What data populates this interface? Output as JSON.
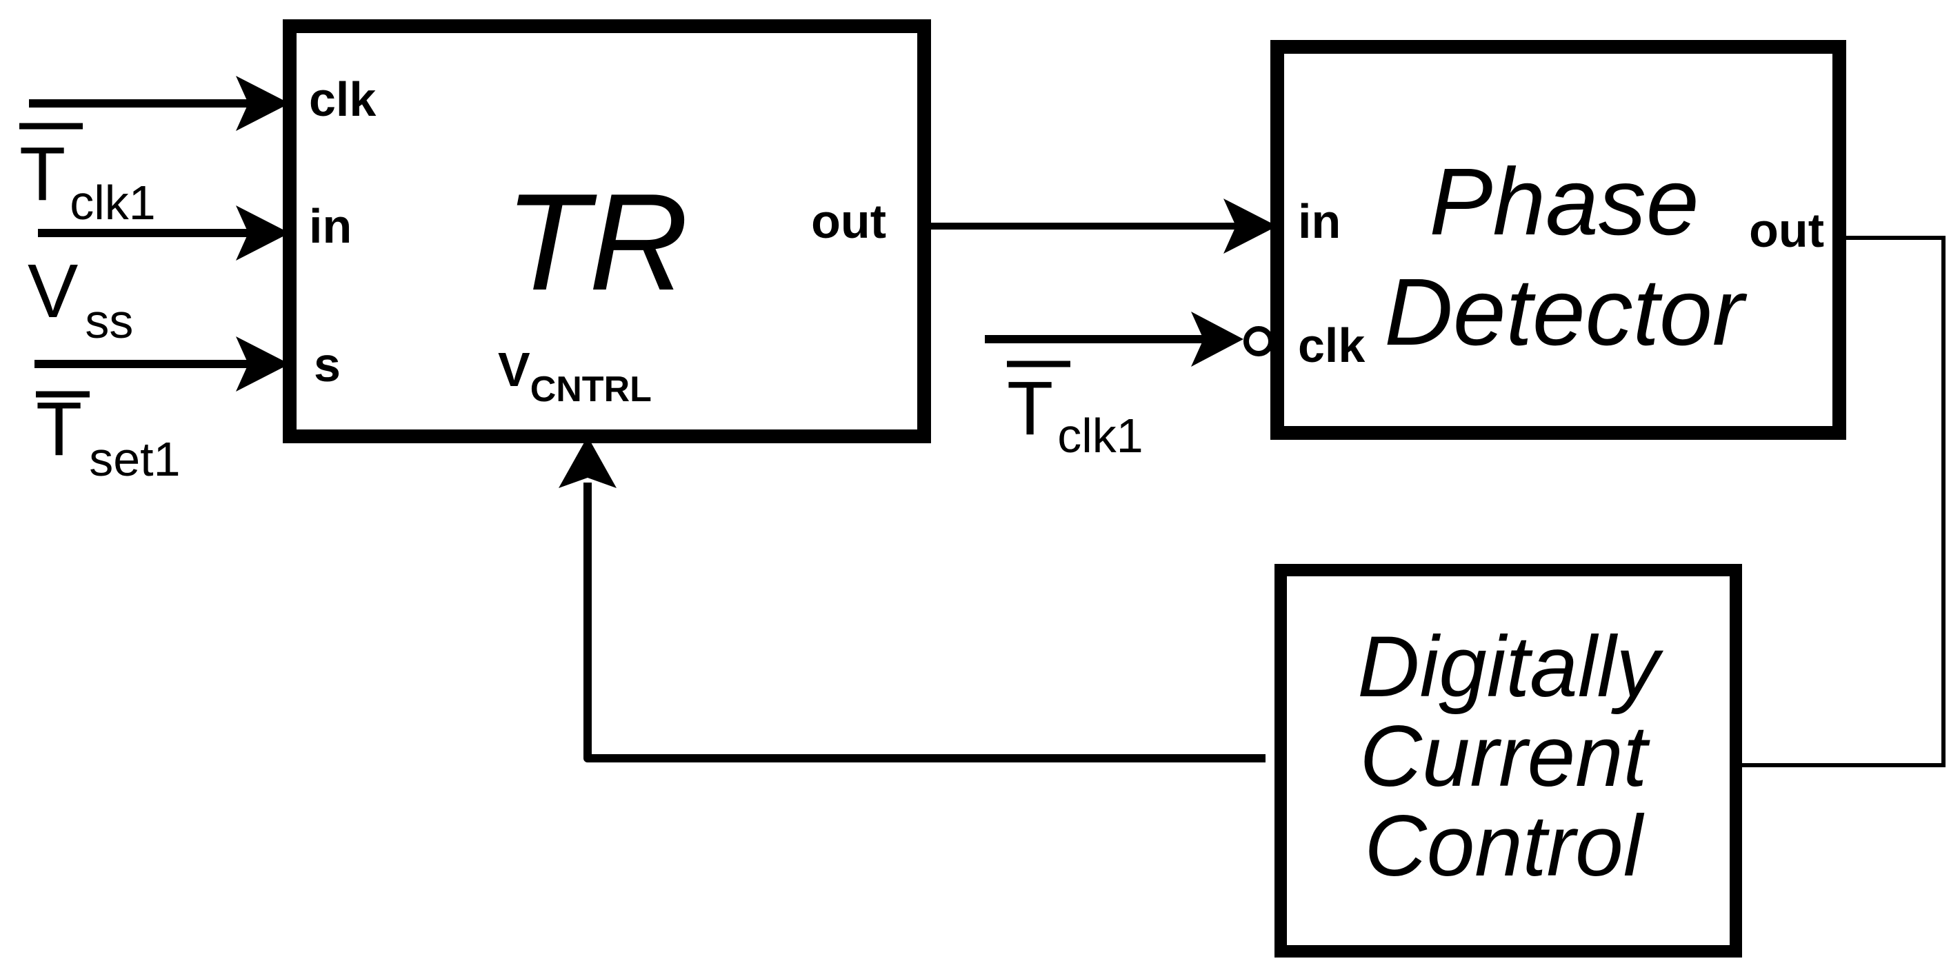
{
  "tr": {
    "title": "TR",
    "pins": {
      "clk": "clk",
      "in": "in",
      "s": "s",
      "out": "out",
      "vcntrl_main": "V",
      "vcntrl_sub": "CNTRL"
    }
  },
  "inputs": {
    "tclk1_main": "T",
    "tclk1_sub": "clk1",
    "vss_main": "V",
    "vss_sub": "ss",
    "tset1_main": "T",
    "tset1_sub": "set1"
  },
  "phase_detector": {
    "title_line1": "Phase",
    "title_line2": "Detector",
    "pins": {
      "in": "in",
      "clk": "clk",
      "out": "out"
    }
  },
  "pd_clock": {
    "main": "T",
    "sub": "clk1"
  },
  "dcc": {
    "line1": "Digitally",
    "line2": "Current",
    "line3": "Control"
  }
}
